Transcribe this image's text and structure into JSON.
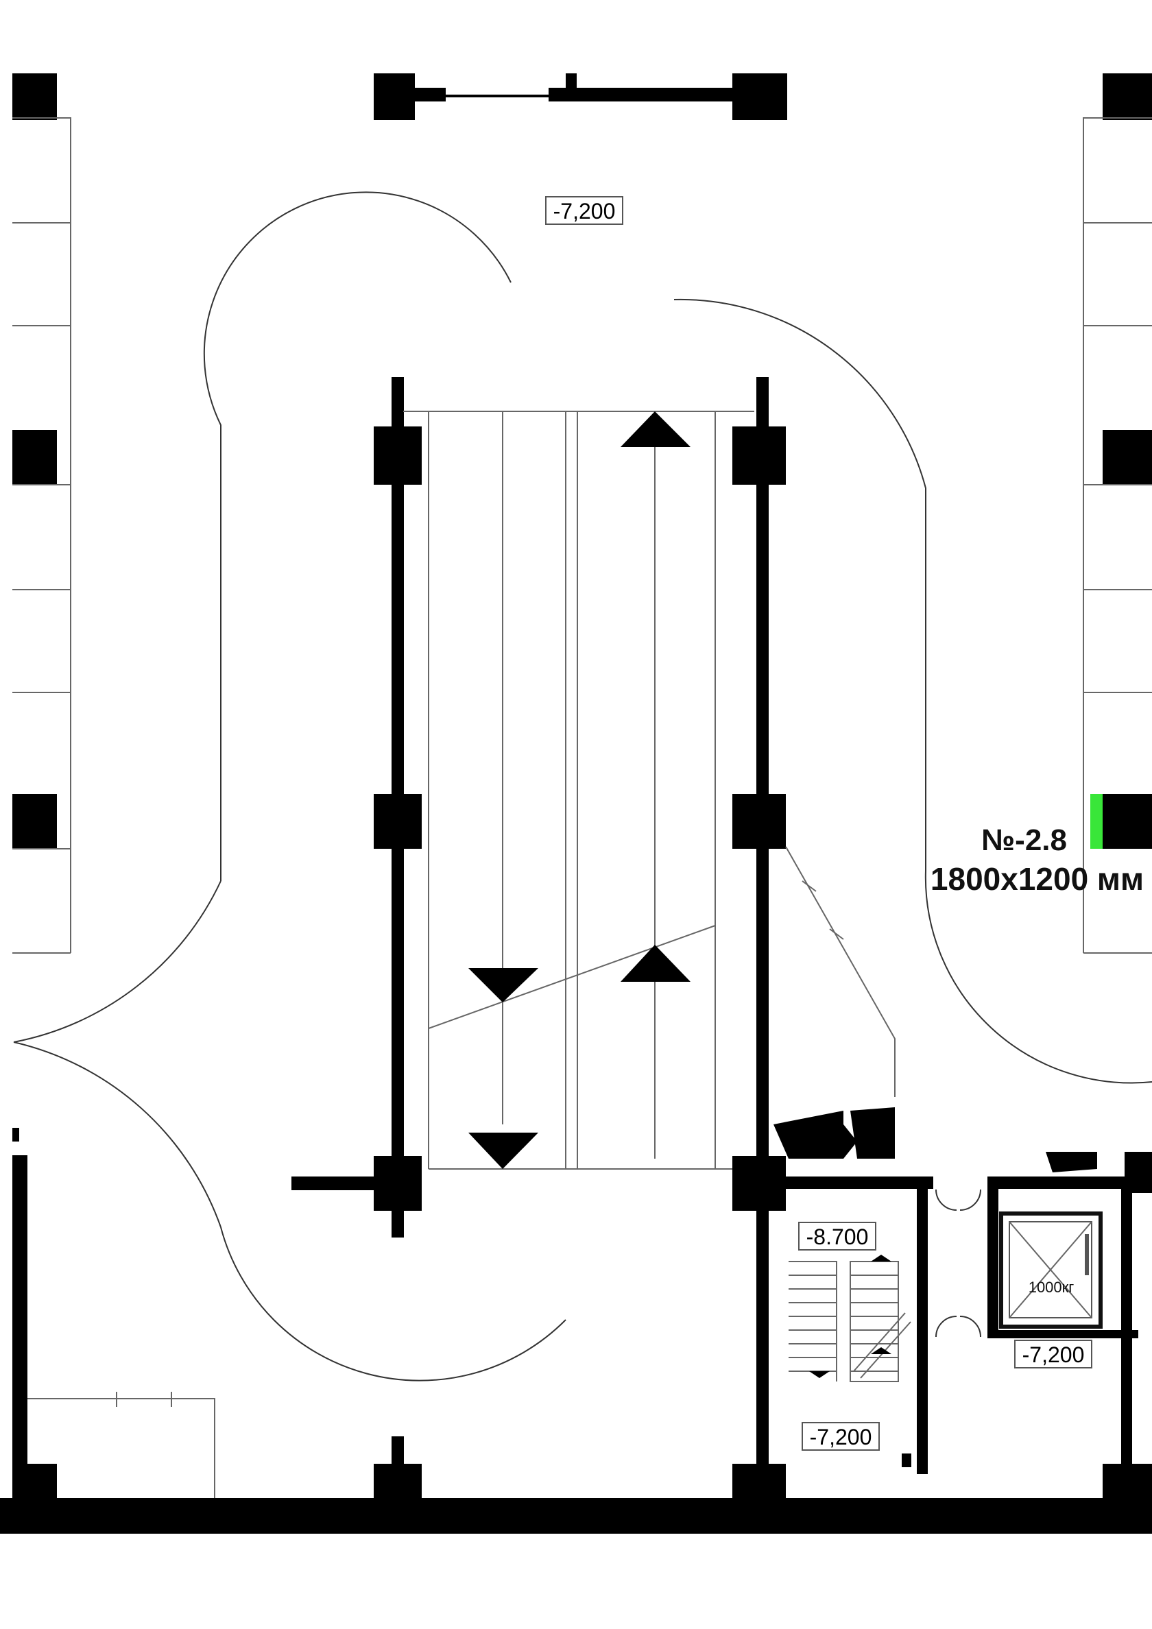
{
  "drawing": {
    "levels": {
      "top": "-7,200",
      "stair_top": "-8.700",
      "stair_bottom": "-7,200",
      "lobby": "-7,200"
    },
    "elevator_capacity": "1000кг",
    "highlight_color": "#39e639"
  },
  "parking_slot": {
    "number": "№-2.8",
    "size": "1800x1200 мм"
  }
}
